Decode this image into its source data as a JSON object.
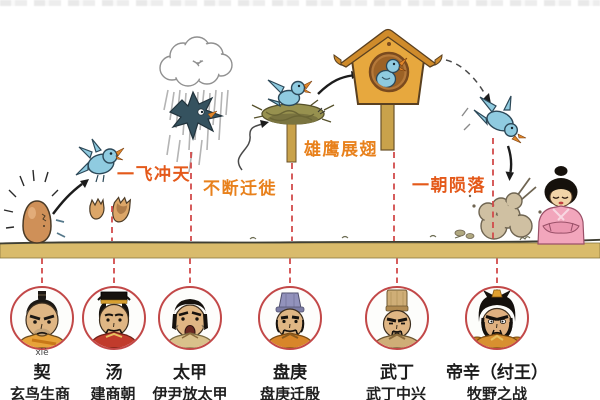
{
  "stages": [
    {
      "label": "一飞冲天"
    },
    {
      "label": "不断迁徙"
    },
    {
      "label": "雄鹰展翅"
    },
    {
      "label": "一朝陨落"
    }
  ],
  "rulers": [
    {
      "pinyin": "xiè",
      "name": "契",
      "event": "玄鸟生商"
    },
    {
      "pinyin": "",
      "name": "汤",
      "event": "建商朝"
    },
    {
      "pinyin": "",
      "name": "太甲",
      "event": "伊尹放太甲"
    },
    {
      "pinyin": "",
      "name": "盘庚",
      "event": "盘庚迁殷"
    },
    {
      "pinyin": "",
      "name": "武丁",
      "event": "武丁中兴"
    },
    {
      "pinyin": "",
      "name": "帝辛（纣王）",
      "event": "牧野之战"
    }
  ],
  "scene_icons": [
    "cracking-egg-icon",
    "eggshell-icon",
    "hatchling-bird-icon",
    "rain-cloud-icon",
    "storm-bird-icon",
    "nest-bird-icon",
    "birdhouse-icon",
    "falling-bird-icon",
    "dust-cloud-icon",
    "consort-woman-icon"
  ],
  "colors": {
    "label_red_orange": "#e4591a",
    "label_orange": "#e8811c",
    "dashed_red": "#d14b4b",
    "ground_tan": "#d9bb6b",
    "circle_border": "#c24848",
    "bird_blue": "#8fcbe0",
    "storm_bird_dark": "#35525f",
    "birdhouse_orange": "#e7a83e"
  }
}
